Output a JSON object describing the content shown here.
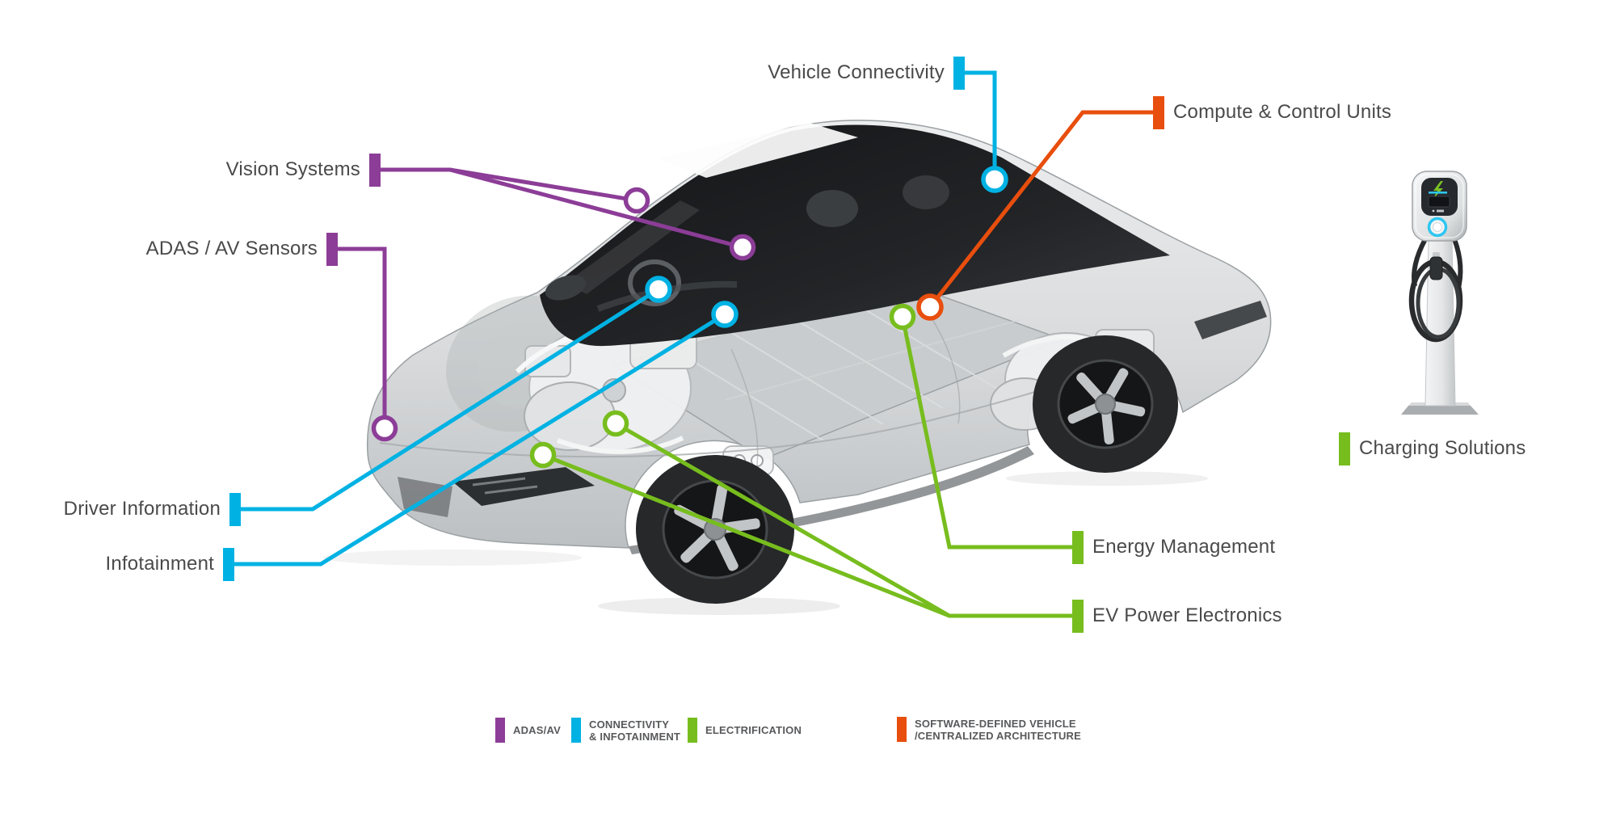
{
  "colors": {
    "adas_av": "#8c3d97",
    "connectivity": "#00b2e3",
    "electrification": "#77bd1e",
    "sdv": "#e84e0d",
    "label_text": "#4a4a4a",
    "legend_text": "#58595b"
  },
  "callouts": [
    {
      "id": "vehicle-connectivity",
      "label": "Vehicle Connectivity",
      "category": "connectivity"
    },
    {
      "id": "compute-control-units",
      "label": "Compute & Control Units",
      "category": "sdv"
    },
    {
      "id": "vision-systems",
      "label": "Vision Systems",
      "category": "adas_av"
    },
    {
      "id": "adas-av-sensors",
      "label": "ADAS / AV Sensors",
      "category": "adas_av"
    },
    {
      "id": "driver-information",
      "label": "Driver Information",
      "category": "connectivity"
    },
    {
      "id": "infotainment",
      "label": "Infotainment",
      "category": "connectivity"
    },
    {
      "id": "energy-management",
      "label": "Energy Management",
      "category": "electrification"
    },
    {
      "id": "ev-power-electronics",
      "label": "EV Power Electronics",
      "category": "electrification"
    },
    {
      "id": "charging-solutions",
      "label": "Charging Solutions",
      "category": "electrification"
    }
  ],
  "legend": {
    "items": [
      {
        "category": "adas_av",
        "lines": [
          "ADAS/AV"
        ]
      },
      {
        "category": "connectivity",
        "lines": [
          "CONNECTIVITY",
          "& INFOTAINMENT"
        ]
      },
      {
        "category": "electrification",
        "lines": [
          "ELECTRIFICATION"
        ]
      },
      {
        "category": "sdv",
        "lines": [
          "SOFTWARE-DEFINED VEHICLE",
          "/CENTRALIZED ARCHITECTURE"
        ]
      }
    ]
  }
}
